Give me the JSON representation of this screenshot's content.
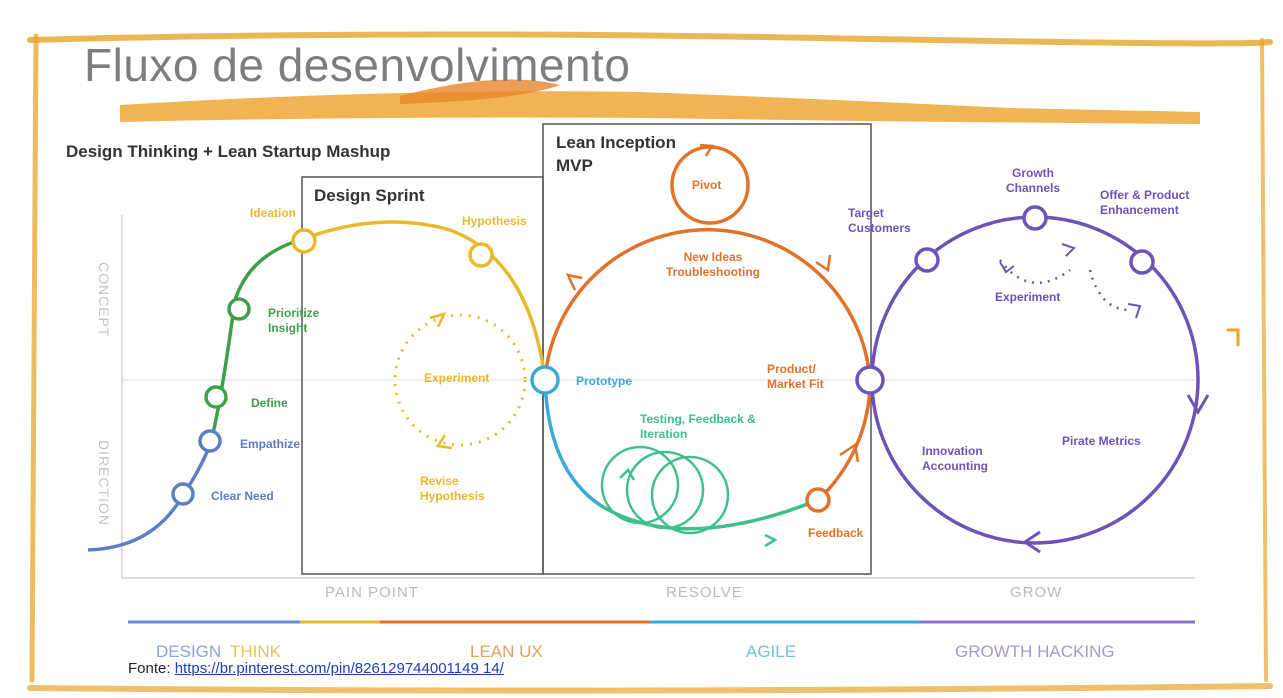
{
  "slide": {
    "title": "Fluxo de desenvolvimento",
    "source_label": "Fonte:",
    "source_url": "https://br.pinterest.com/pin/826129744001149 14/"
  },
  "diagram": {
    "main_title": "Design Thinking + Lean Startup Mashup",
    "boxes": {
      "design_sprint": "Design Sprint",
      "lean_inception": "Lean Inception",
      "mvp": "MVP"
    },
    "vertical_axis": {
      "top": "CONCEPT",
      "bottom": "DIRECTION"
    },
    "horizontal_axis": [
      "PAIN POINT",
      "RESOLVE",
      "GROW"
    ],
    "phases": {
      "design": "DESIGN",
      "think": "THINK",
      "lean_ux": "LEAN UX",
      "agile": "AGILE",
      "growth_hacking": "GROWTH HACKING"
    },
    "nodes": {
      "ideation": "Ideation",
      "hypothesis": "Hypothesis",
      "prioritize": "Prioritize Insight",
      "define": "Define",
      "empathize": "Empathize",
      "clear_need": "Clear Need",
      "experiment_left": "Experiment",
      "revise": "Revise Hypothesis",
      "pivot": "Pivot",
      "new_ideas": "New Ideas Troubleshooting",
      "prototype": "Prototype",
      "product_market_fit": "Product/ Market Fit",
      "testing": "Testing, Feedback & Iteration",
      "feedback": "Feedback",
      "growth_channels": "Growth Channels",
      "offer": "Offer & Product Enhancement",
      "target_customers": "Target Customers",
      "experiment_right": "Experiment",
      "innovation_accounting": "Innovation Accounting",
      "pirate_metrics": "Pirate Metrics"
    },
    "colors": {
      "blue": "#5b7fc4",
      "green": "#3f9e47",
      "yellow": "#e8b92a",
      "orange": "#e0722c",
      "cyan": "#3ba9d8",
      "teal": "#3fbf8a",
      "purple": "#6d52b8",
      "gold_border": "#e6a52a"
    }
  }
}
